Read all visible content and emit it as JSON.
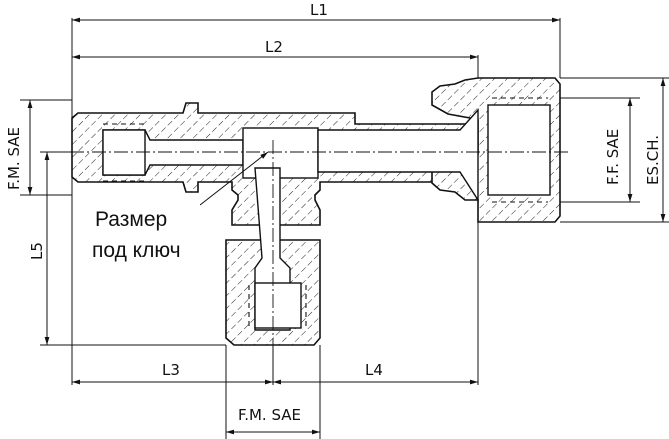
{
  "drawing": {
    "dimensions": {
      "l1": "L1",
      "l2": "L2",
      "l3": "L3",
      "l4": "L4",
      "l5": "L5",
      "fm_sae_left": "F.M. SAE",
      "fm_sae_bottom": "F.M. SAE",
      "ff_sae": "F.F. SAE",
      "es_ch": "ES.CH."
    },
    "note": {
      "line1": "Размер",
      "line2": "под ключ"
    }
  }
}
